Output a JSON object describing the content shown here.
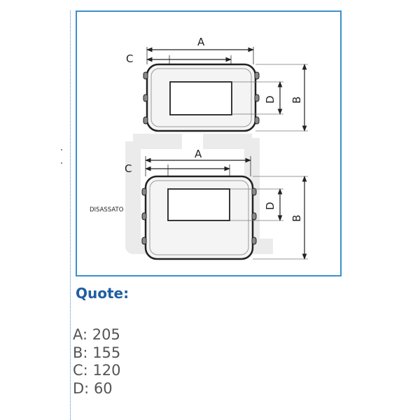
{
  "diagram": {
    "top_labels": {
      "a": "A",
      "b": "B",
      "c": "C",
      "d": "D"
    },
    "bottom_labels": {
      "a": "A",
      "b": "B",
      "c": "C",
      "d": "D"
    },
    "caption": "DISASSATO"
  },
  "section": {
    "heading": "Quote:"
  },
  "quotes": [
    {
      "key": "A",
      "value": "205"
    },
    {
      "key": "B",
      "value": "155"
    },
    {
      "key": "C",
      "value": "120"
    },
    {
      "key": "D",
      "value": "60"
    }
  ],
  "colors": {
    "frame_border": "#3a8fd0",
    "heading": "#1f5fa0",
    "quote_text": "#555555",
    "watermark": "#ebebeb"
  }
}
